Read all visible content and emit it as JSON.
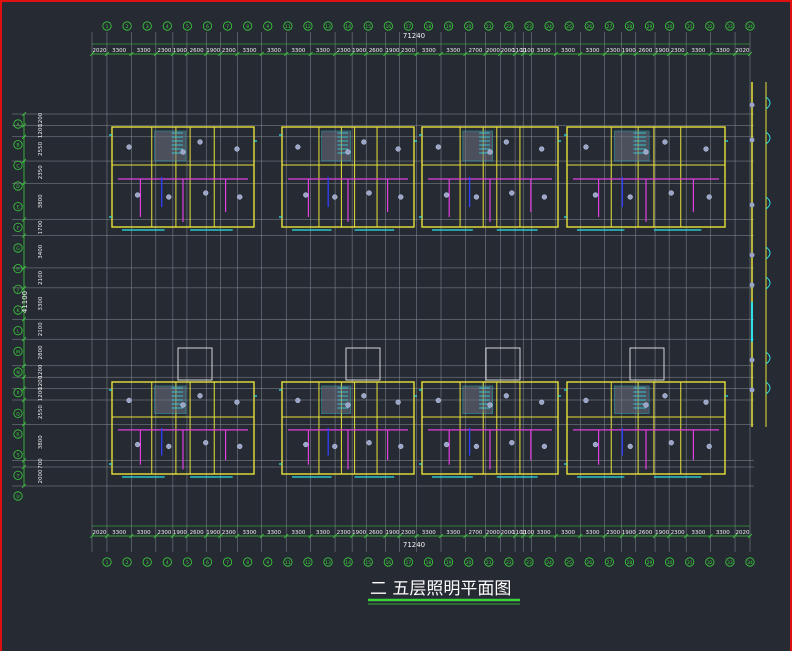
{
  "drawing": {
    "title": "二 五层照明平面图",
    "total_dimension": "71240",
    "dims_top": [
      "2020",
      "3300",
      "3300",
      "2300",
      "1900",
      "2600",
      "1900",
      "2300",
      "3300",
      "3300",
      "3300",
      "3300",
      "2300",
      "1900",
      "2600",
      "1900",
      "2300",
      "3300",
      "3300",
      "2700",
      "2000",
      "2000",
      "1100",
      "1100",
      "3300",
      "3300",
      "3300",
      "2300",
      "1900",
      "2600",
      "1900",
      "2300",
      "3300",
      "3300",
      "2020"
    ],
    "dims_bottom": [
      "2020",
      "3300",
      "3300",
      "2300",
      "1900",
      "2600",
      "1900",
      "2300",
      "3300",
      "3300",
      "3300",
      "3300",
      "2300",
      "1900",
      "2600",
      "1900",
      "2300",
      "3300",
      "3300",
      "2700",
      "2000",
      "2000",
      "1100",
      "1100",
      "3300",
      "3300",
      "3300",
      "2300",
      "1900",
      "2600",
      "1900",
      "2300",
      "3300",
      "3300",
      "2020"
    ],
    "axes_top": [
      "1",
      "2",
      "3",
      "4",
      "5",
      "6",
      "7",
      "8",
      "9",
      "11",
      "12",
      "13",
      "14",
      "15",
      "16",
      "17",
      "18",
      "19",
      "20",
      "21",
      "22",
      "23",
      "24",
      "25",
      "26",
      "27",
      "28",
      "29",
      "30",
      "31",
      "32",
      "33",
      "34"
    ],
    "axes_bottom": [
      "1",
      "2",
      "3",
      "4",
      "5",
      "6",
      "7",
      "8",
      "9",
      "11",
      "12",
      "13",
      "14",
      "15",
      "16",
      "17",
      "18",
      "19",
      "20",
      "21",
      "22",
      "23",
      "24",
      "25",
      "26",
      "27",
      "28",
      "29",
      "30",
      "31",
      "32",
      "33",
      "34"
    ],
    "dims_left": [
      "1200",
      "1200",
      "2550",
      "2350",
      "3800",
      "1700",
      "3400",
      "2100",
      "3300",
      "2100",
      "2800",
      "1200",
      "1200",
      "1200",
      "2550",
      "3800",
      "700",
      "2000"
    ],
    "left_total": "41100",
    "axes_left": [
      "A",
      "B",
      "C",
      "D",
      "E",
      "F",
      "G",
      "H",
      "J",
      "K",
      "L",
      "M",
      "N",
      "P",
      "Q",
      "R",
      "S",
      "T",
      "U"
    ]
  },
  "colors": {
    "background": "#252a33",
    "grid": "#8a8f98",
    "dimension": "#3cd23c",
    "axis_bubble": "#3cd23c",
    "wall": "#e8e23a",
    "window": "#2ee0e8",
    "wiring": "#e040e0",
    "fixture": "#9aa4c8",
    "title_underline": "#3cd23c",
    "frame": "#e01010"
  }
}
